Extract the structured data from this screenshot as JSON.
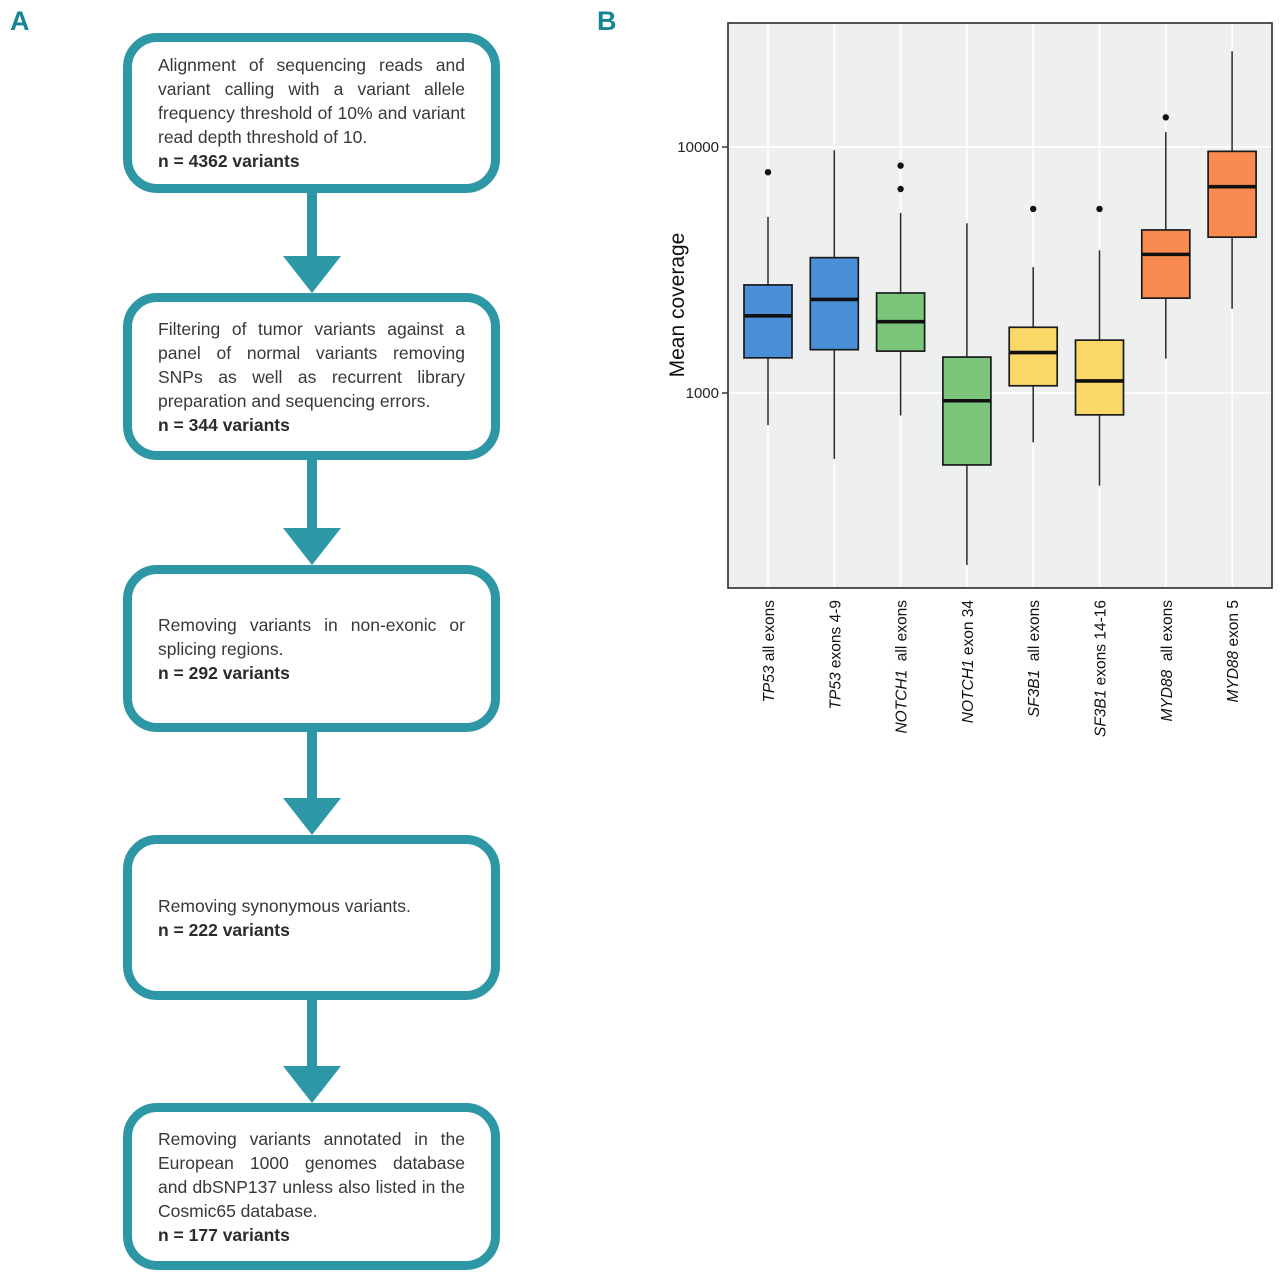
{
  "panel_a": {
    "label": "A",
    "accent_color": "#2e97a6",
    "steps": [
      {
        "text": "Alignment of sequencing reads and variant calling with a variant allele frequency threshold of 10% and variant read depth threshold of 10.",
        "n": "n = 4362 variants"
      },
      {
        "text": "Filtering of tumor variants against a panel of normal variants removing SNPs as well as recurrent library preparation and sequencing errors.",
        "n": "n = 344 variants"
      },
      {
        "text": "Removing variants in non-exonic or splicing regions.",
        "n": "n = 292 variants"
      },
      {
        "text": "Removing synonymous variants.",
        "n": "n = 222 variants"
      },
      {
        "text": "Removing variants annotated in the European 1000 genomes database and dbSNP137 unless also listed in the Cosmic65 database.",
        "n": "n = 177 variants"
      }
    ]
  },
  "panel_b": {
    "label": "B"
  },
  "chart_data": {
    "type": "boxplot",
    "title": "",
    "xlabel": "",
    "ylabel": "Mean coverage",
    "yscale": "log10",
    "ylim": [
      160,
      32000
    ],
    "yticks": [
      1000,
      10000
    ],
    "grid": "white major horizontal lines at decades and white vertical line per category on light gray panel",
    "legend": "none",
    "panel_bg": "#edf0ef",
    "grid_color": "#ffffff",
    "categories": [
      {
        "gene": "TP53",
        "rest": " all exons",
        "color": "#4a90d9"
      },
      {
        "gene": "TP53",
        "rest": " exons 4-9",
        "color": "#4a90d9"
      },
      {
        "gene": "NOTCH1",
        "rest": "  all exons",
        "color": "#7cc67c"
      },
      {
        "gene": "NOTCH1",
        "rest": " exon 34",
        "color": "#7cc67c"
      },
      {
        "gene": "SF3B1",
        "rest": "  all exons",
        "color": "#f9d867"
      },
      {
        "gene": "SF3B1",
        "rest": " exons 14-16",
        "color": "#f9d867"
      },
      {
        "gene": "MYD88",
        "rest": "  all exons",
        "color": "#f98b51"
      },
      {
        "gene": "MYD88",
        "rest": " exon 5",
        "color": "#f98b51"
      }
    ],
    "boxes": [
      {
        "whisker_low": 740,
        "q1": 1390,
        "median": 2060,
        "q3": 2750,
        "whisker_high": 5200,
        "outliers": [
          7900
        ]
      },
      {
        "whisker_low": 540,
        "q1": 1500,
        "median": 2400,
        "q3": 3550,
        "whisker_high": 9700,
        "outliers": []
      },
      {
        "whisker_low": 810,
        "q1": 1480,
        "median": 1950,
        "q3": 2550,
        "whisker_high": 5400,
        "outliers": [
          6750,
          8400
        ]
      },
      {
        "whisker_low": 200,
        "q1": 510,
        "median": 930,
        "q3": 1400,
        "whisker_high": 4900,
        "outliers": []
      },
      {
        "whisker_low": 630,
        "q1": 1070,
        "median": 1460,
        "q3": 1850,
        "whisker_high": 3250,
        "outliers": [
          5600
        ]
      },
      {
        "whisker_low": 420,
        "q1": 815,
        "median": 1120,
        "q3": 1640,
        "whisker_high": 3800,
        "outliers": [
          5600
        ]
      },
      {
        "whisker_low": 1380,
        "q1": 2430,
        "median": 3660,
        "q3": 4600,
        "whisker_high": 11500,
        "outliers": [
          13200
        ]
      },
      {
        "whisker_low": 2200,
        "q1": 4300,
        "median": 6900,
        "q3": 9600,
        "whisker_high": 24500,
        "outliers": []
      }
    ]
  }
}
